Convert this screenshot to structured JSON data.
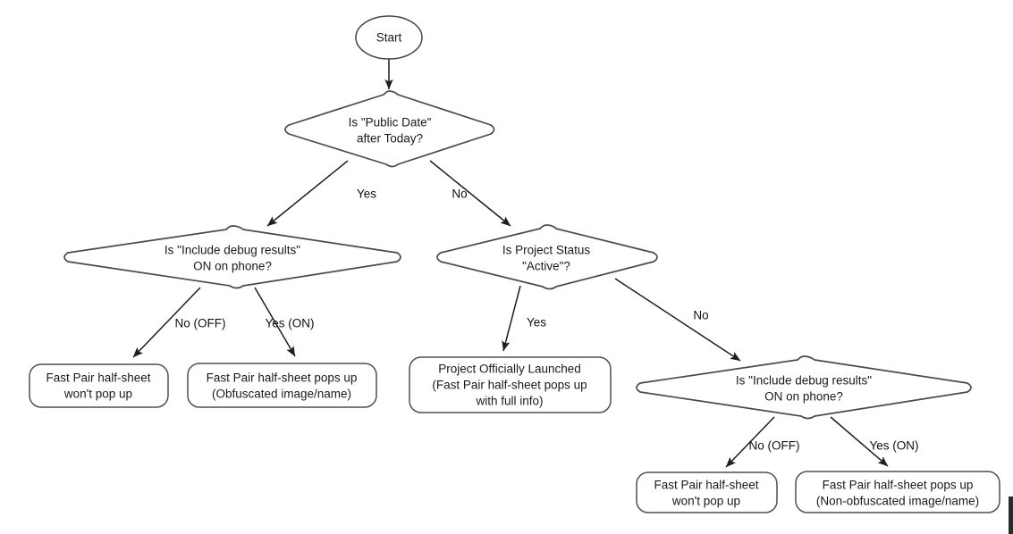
{
  "diagram": {
    "title": "Fast Pair half-sheet visibility decision flow",
    "type": "flowchart",
    "background_color": "#ffffff",
    "line_color": "#1e1e1e",
    "shape_stroke_color": "#4a4a4a",
    "text_color": "#1a1a1a"
  },
  "nodes": {
    "start": {
      "id": "start",
      "shape": "oval",
      "label": "Start",
      "lines": [
        "Start"
      ]
    },
    "decision_public_date": {
      "id": "decision_public_date",
      "shape": "diamond",
      "lines": [
        "Is \"Public Date\"",
        "after Today?"
      ]
    },
    "decision_debug_left": {
      "id": "decision_debug_left",
      "shape": "diamond",
      "lines": [
        "Is \"Include debug results\"",
        "ON on phone?"
      ]
    },
    "decision_project_status": {
      "id": "decision_project_status",
      "shape": "diamond",
      "lines": [
        "Is Project Status",
        "\"Active\"?"
      ]
    },
    "decision_debug_right": {
      "id": "decision_debug_right",
      "shape": "diamond",
      "lines": [
        "Is \"Include debug results\"",
        "ON on phone?"
      ]
    },
    "terminal_left_off": {
      "id": "terminal_left_off",
      "shape": "rounded-rect",
      "lines": [
        "Fast Pair half-sheet",
        "won't pop up"
      ]
    },
    "terminal_left_on": {
      "id": "terminal_left_on",
      "shape": "rounded-rect",
      "lines": [
        "Fast Pair half-sheet pops up",
        "(Obfuscated image/name)"
      ]
    },
    "terminal_launched": {
      "id": "terminal_launched",
      "shape": "rounded-rect",
      "lines": [
        "Project Officially Launched",
        "(Fast Pair half-sheet pops up",
        "with full info)"
      ]
    },
    "terminal_right_off": {
      "id": "terminal_right_off",
      "shape": "rounded-rect",
      "lines": [
        "Fast Pair half-sheet",
        "won't pop up"
      ]
    },
    "terminal_right_on": {
      "id": "terminal_right_on",
      "shape": "rounded-rect",
      "lines": [
        "Fast Pair half-sheet pops up",
        "(Non-obfuscated image/name)"
      ]
    }
  },
  "edges": [
    {
      "id": "e1",
      "from": "start",
      "to": "decision_public_date",
      "label": ""
    },
    {
      "id": "e2",
      "from": "decision_public_date",
      "to": "decision_debug_left",
      "label": "Yes"
    },
    {
      "id": "e3",
      "from": "decision_public_date",
      "to": "decision_project_status",
      "label": "No"
    },
    {
      "id": "e4",
      "from": "decision_debug_left",
      "to": "terminal_left_off",
      "label": "No (OFF)"
    },
    {
      "id": "e5",
      "from": "decision_debug_left",
      "to": "terminal_left_on",
      "label": "Yes (ON)"
    },
    {
      "id": "e6",
      "from": "decision_project_status",
      "to": "terminal_launched",
      "label": "Yes"
    },
    {
      "id": "e7",
      "from": "decision_project_status",
      "to": "decision_debug_right",
      "label": "No"
    },
    {
      "id": "e8",
      "from": "decision_debug_right",
      "to": "terminal_right_off",
      "label": "No (OFF)"
    },
    {
      "id": "e9",
      "from": "decision_debug_right",
      "to": "terminal_right_on",
      "label": "Yes (ON)"
    }
  ]
}
